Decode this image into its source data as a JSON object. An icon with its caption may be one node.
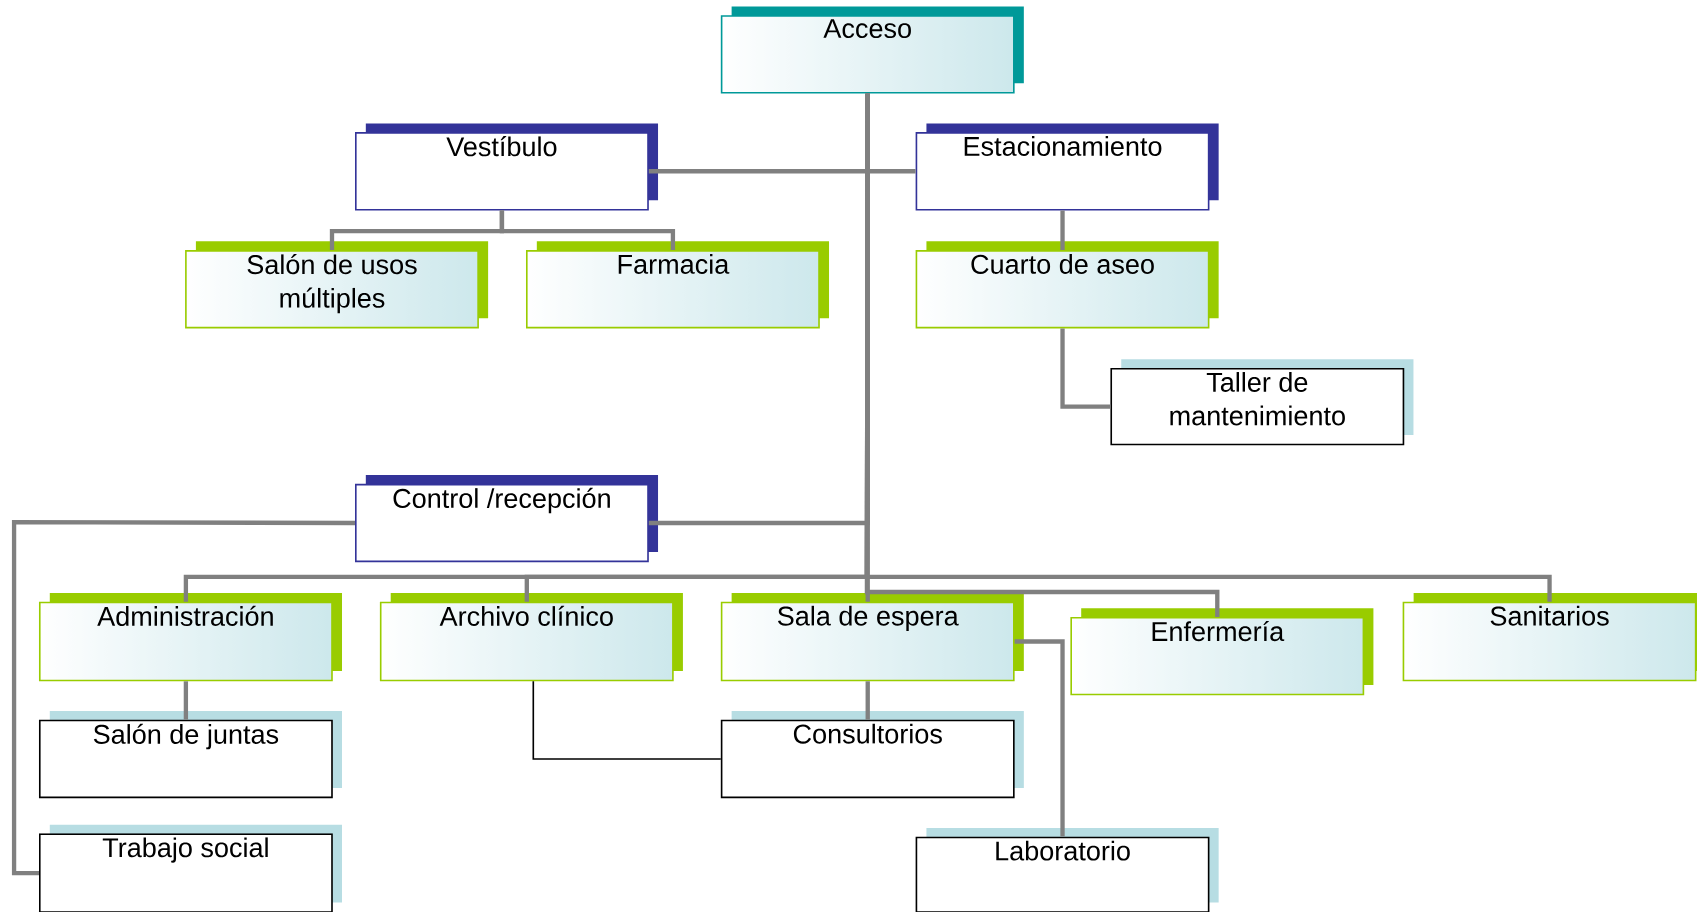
{
  "diagram": {
    "nodes": [
      {
        "text": [
          "Acceso"
        ]
      },
      {
        "text": [
          "Vestíbulo"
        ]
      },
      {
        "text": [
          "Estacionamiento"
        ]
      },
      {
        "text": [
          "Salón de usos múltiples"
        ]
      },
      {
        "text": [
          "Farmacia"
        ]
      },
      {
        "text": [
          "Cuarto de aseo"
        ]
      },
      {
        "text": [
          "Taller de mantenimiento"
        ]
      },
      {
        "text": [
          "Control /recepción"
        ]
      },
      {
        "text": [
          "Administración"
        ]
      },
      {
        "text": [
          "Archivo clínico"
        ]
      },
      {
        "text": [
          "Sala de espera"
        ]
      },
      {
        "text": [
          "Enfermería"
        ]
      },
      {
        "text": [
          "Sanitarios"
        ]
      },
      {
        "text": [
          "Salón de juntas"
        ]
      },
      {
        "text": [
          "Consultorios"
        ]
      },
      {
        "text": [
          "Trabajo social"
        ]
      },
      {
        "text": [
          "Laboratorio"
        ]
      }
    ],
    "edges": [
      {
        "from": 0,
        "to": 1,
        "arrow": "none"
      },
      {
        "from": 0,
        "to": 2,
        "arrow": "none"
      },
      {
        "from": 1,
        "to": 3,
        "arrow": "none"
      },
      {
        "from": 1,
        "to": 4,
        "arrow": "none"
      },
      {
        "from": 2,
        "to": 5,
        "arrow": "none"
      },
      {
        "from": 5,
        "to": 6,
        "arrow": "none"
      },
      {
        "from": 0,
        "to": 7,
        "arrow": "none"
      },
      {
        "from": 7,
        "to": 15,
        "arrow": "none"
      },
      {
        "from": 0,
        "to": 8,
        "arrow": "none"
      },
      {
        "from": 0,
        "to": 9,
        "arrow": "none"
      },
      {
        "from": 0,
        "to": 10,
        "arrow": "none"
      },
      {
        "from": 0,
        "to": 11,
        "arrow": "none"
      },
      {
        "from": 0,
        "to": 12,
        "arrow": "none"
      },
      {
        "from": 8,
        "to": 13,
        "arrow": "none"
      },
      {
        "from": 9,
        "to": 14,
        "arrow": "none",
        "color": "#000000"
      },
      {
        "from": 10,
        "to": 14,
        "arrow": "none"
      },
      {
        "from": 10,
        "to": 16,
        "arrow": "none"
      }
    ]
  }
}
